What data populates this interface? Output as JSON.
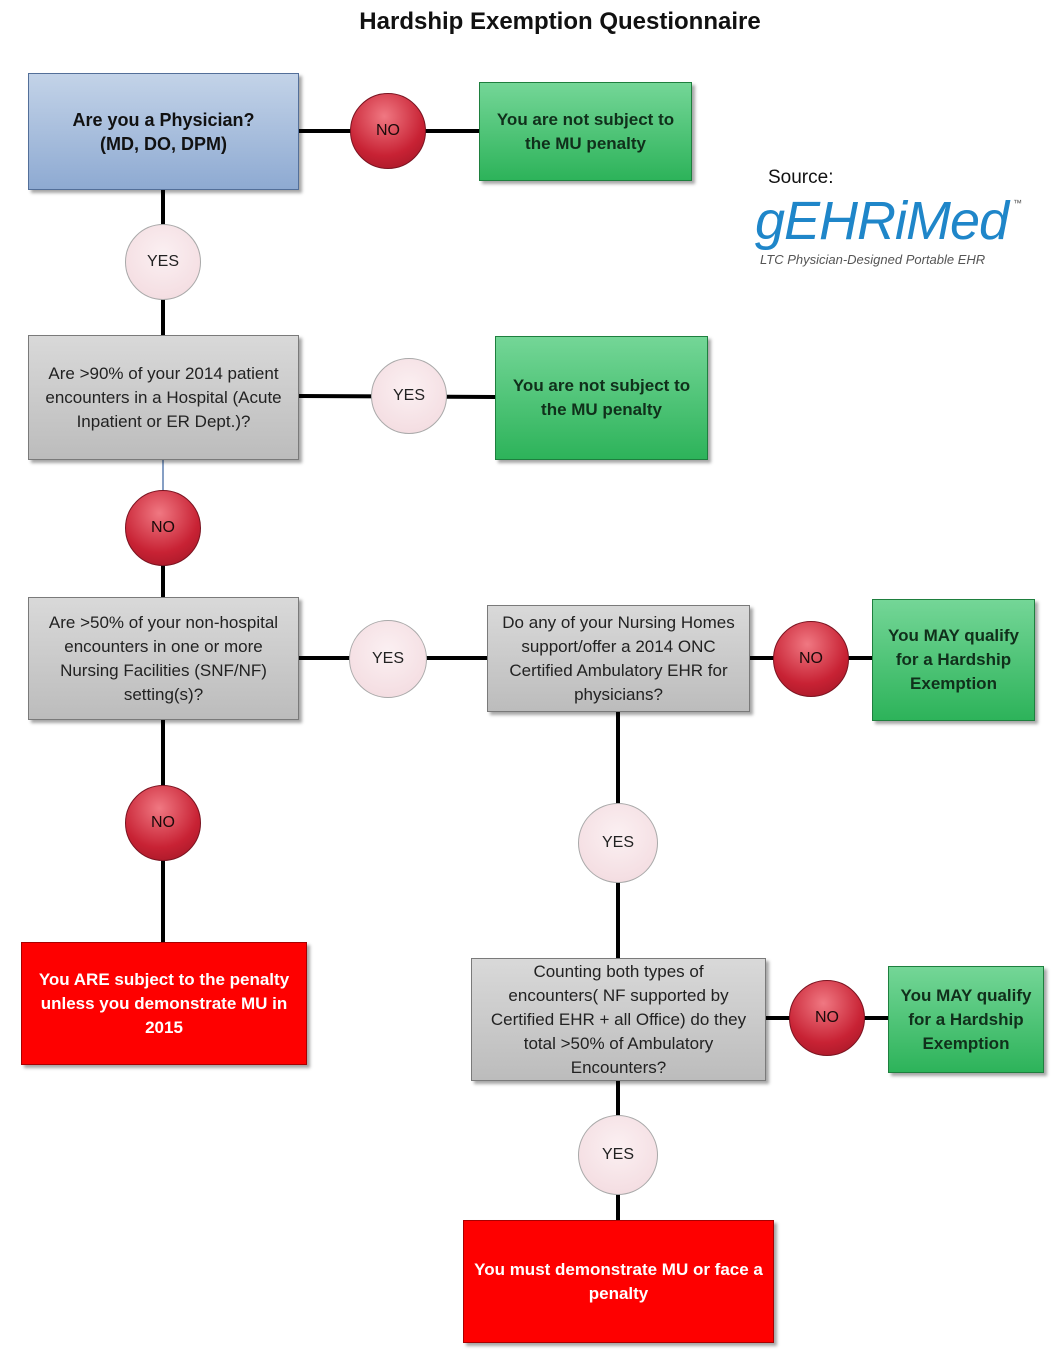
{
  "title": "Hardship Exemption Questionnaire",
  "source": {
    "label": "Source:",
    "logo_text": "gEHRiMed",
    "logo_mark": "™",
    "logo_tagline": "LTC Physician-Designed Portable EHR"
  },
  "colors": {
    "question_blue": "#9db6da",
    "question_gray": "#c8c8c8",
    "outcome_green": "#3cbf68",
    "outcome_red": "#fe0000",
    "yes_node": "#f5e1e5",
    "no_node": "#c0283a"
  },
  "nodes": {
    "q1": {
      "lines": [
        "Are you a Physician?",
        "(MD, DO, DPM)"
      ]
    },
    "q2": {
      "lines": [
        "Are >90% of your 2014 patient",
        "encounters in a Hospital (Acute",
        "Inpatient or ER Dept.)?"
      ]
    },
    "q3": {
      "lines": [
        "Are >50% of your non-hospital",
        "encounters in one or more",
        "Nursing Facilities (SNF/NF)",
        "setting(s)?"
      ]
    },
    "q4": {
      "lines": [
        "Do any of your Nursing Homes",
        "support/offer a 2014 ONC",
        "Certified Ambulatory EHR for",
        "physicians?"
      ]
    },
    "q5": {
      "lines": [
        "Counting both types of",
        "encounters( NF supported by",
        "Certified EHR +  all Office)  do they",
        "total >50% of Ambulatory",
        "Encounters?"
      ]
    },
    "o1": {
      "lines": [
        "You are not subject to",
        "the MU penalty"
      ]
    },
    "o2": {
      "lines": [
        "You are not subject to",
        "the MU penalty"
      ]
    },
    "o3": {
      "lines": [
        "You MAY qualify",
        "for a Hardship",
        "Exemption"
      ]
    },
    "o4": {
      "lines": [
        "You MAY qualify",
        "for a Hardship",
        "Exemption"
      ]
    },
    "o5": {
      "lines": [
        "You ARE subject to the penalty",
        "unless you demonstrate MU in",
        "2015"
      ]
    },
    "o6": {
      "lines": [
        "You must demonstrate MU or face a",
        "penalty"
      ]
    }
  },
  "edges": {
    "q1_no": "NO",
    "q1_yes": "YES",
    "q2_yes": "YES",
    "q2_no": "NO",
    "q3_yes": "YES",
    "q3_no": "NO",
    "q4_no": "NO",
    "q4_yes": "YES",
    "q5_no": "NO",
    "q5_yes": "YES"
  }
}
